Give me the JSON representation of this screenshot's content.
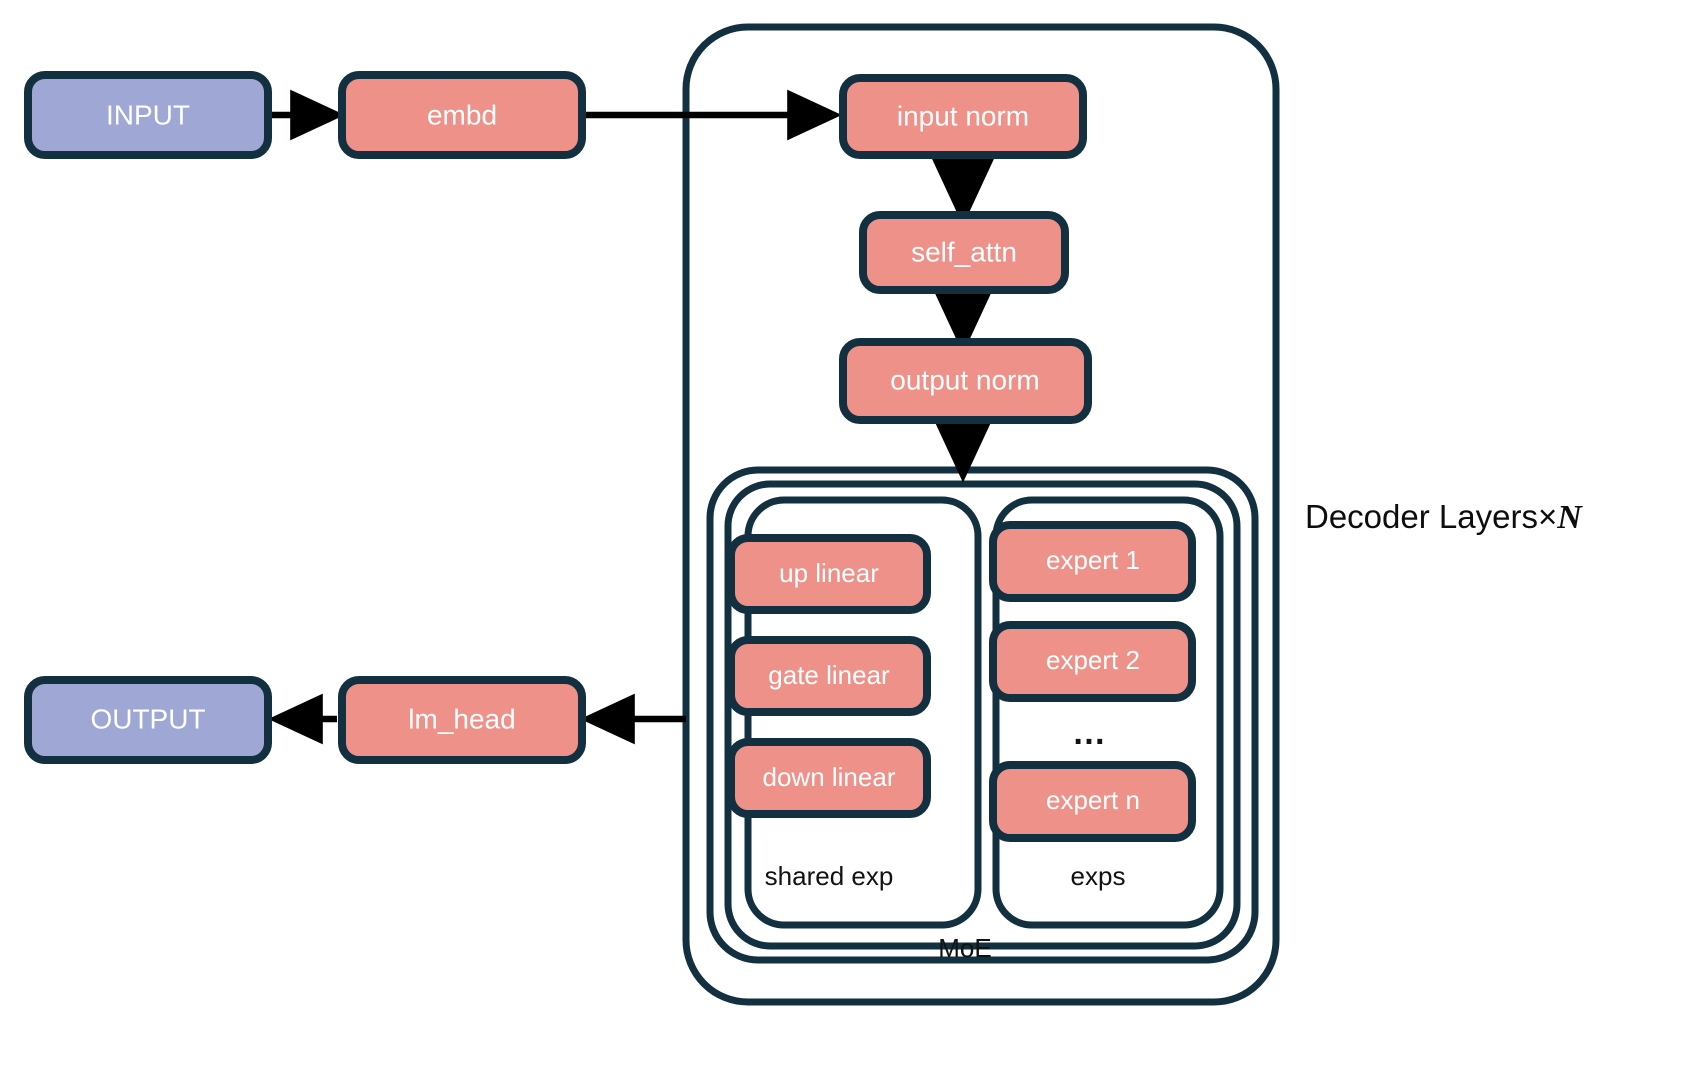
{
  "diagram": {
    "title_note": "Decoder Layers×",
    "title_note_n": "N",
    "colors": {
      "accent_salmon": "#ed9189",
      "accent_periwinkle": "#9fa8d4",
      "stroke_navy": "#12303f",
      "arrow_black": "#000000",
      "text_light": "#ffffff",
      "text_dark": "#121212",
      "background": "#ffffff"
    },
    "nodes": {
      "input": "INPUT",
      "embd": "embd",
      "input_norm": "input norm",
      "self_attn": "self_attn",
      "output_norm": "output norm",
      "up_linear": "up linear",
      "gate_linear": "gate linear",
      "down_linear": "down linear",
      "expert_1": "expert 1",
      "expert_2": "expert 2",
      "expert_ellipsis": "…",
      "expert_n": "expert n",
      "lm_head": "lm_head",
      "output": "OUTPUT"
    },
    "groups": {
      "shared_exp": "shared exp",
      "exps": "exps",
      "moe": "MoE"
    }
  }
}
